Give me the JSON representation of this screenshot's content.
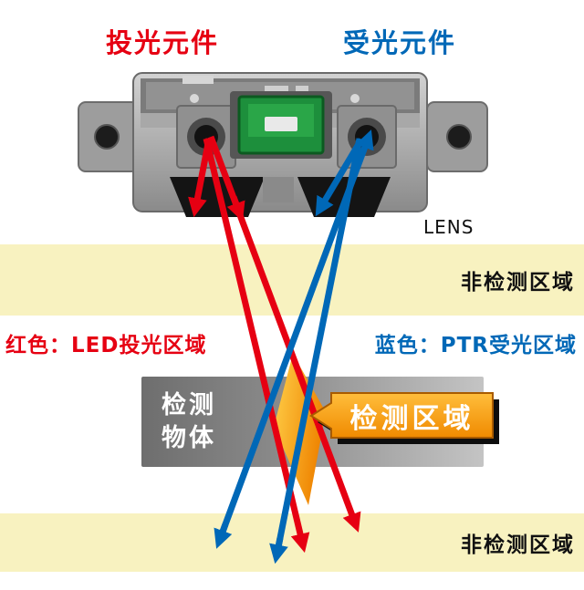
{
  "colors": {
    "red": "#e60012",
    "blue": "#0068b7",
    "band_yellow": "#f8f2c0",
    "badge_orange_top": "#ffbe3c",
    "badge_orange_bottom": "#f08a00",
    "diamond_light": "#ffd14a",
    "diamond_dark": "#ef8300",
    "shadow_black": "#0d0d0d"
  },
  "labels": {
    "emitter": "投光元件",
    "receiver": "受光元件",
    "lens": "LENS",
    "non_detection_top": "非检测区域",
    "non_detection_bottom": "非检测区域",
    "red_beam_zone": "红色：LED投光区域",
    "blue_beam_zone": "蓝色：PTR受光区域",
    "object_line1": "检测",
    "object_line2": "物体",
    "detection_badge": "检测区域"
  }
}
